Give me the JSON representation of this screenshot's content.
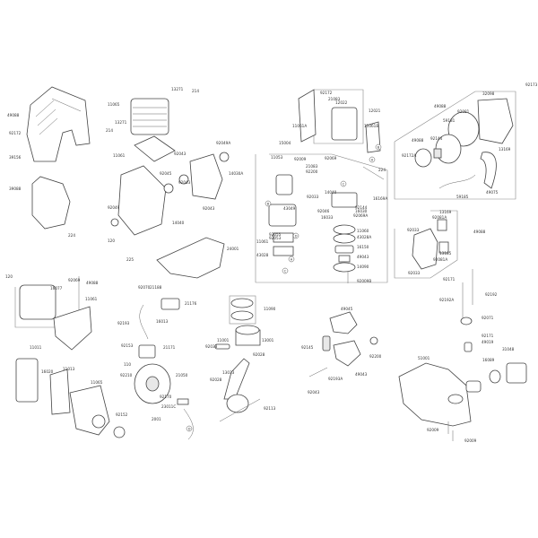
{
  "diagram": {
    "type": "exploded-parts-diagram",
    "stroke_color": "#444444",
    "background": "#ffffff",
    "part_labels": [
      "49088",
      "92172",
      "39156",
      "39088",
      "224",
      "11065",
      "13271",
      "214",
      "13271",
      "214",
      "11061",
      "92043",
      "92049A",
      "14030A",
      "92045",
      "92043",
      "92043",
      "92049",
      "14040",
      "120",
      "225",
      "24001",
      "92172",
      "21083",
      "12022",
      "12021",
      "11061A",
      "11061B",
      "92069",
      "15004",
      "11053",
      "92009",
      "21083",
      "92200",
      "92033",
      "43049",
      "92055",
      "92053",
      "11061",
      "43028",
      "14040",
      "16169A",
      "92144",
      "16030",
      "92046",
      "16033",
      "92069A",
      "11060",
      "43028A",
      "16150",
      "49043",
      "14090",
      "92009B",
      "224",
      "49088",
      "32098",
      "92173",
      "92081",
      "59181",
      "49088",
      "92144",
      "92172A",
      "13169",
      "49075",
      "59185",
      "49088",
      "13169",
      "92081A",
      "92033",
      "13185",
      "92081A",
      "92033",
      "92171",
      "92192",
      "92192A",
      "92071",
      "92171",
      "49019",
      "31048",
      "16089",
      "51001",
      "92009",
      "92009",
      "49045",
      "92145",
      "92200",
      "92193A",
      "49043",
      "92043",
      "120",
      "16077",
      "92069",
      "49088",
      "11061",
      "11011",
      "16020",
      "11013",
      "11065",
      "92152",
      "92070",
      "21188",
      "21176",
      "92193",
      "16013",
      "92153",
      "21171",
      "110",
      "92210",
      "21050",
      "92170",
      "23011C",
      "2001",
      "11090",
      "13001",
      "11001",
      "92033",
      "92028",
      "13033",
      "92028",
      "92113"
    ],
    "callout_letters": [
      "A",
      "A",
      "B",
      "B",
      "C",
      "C",
      "D",
      "D"
    ]
  }
}
